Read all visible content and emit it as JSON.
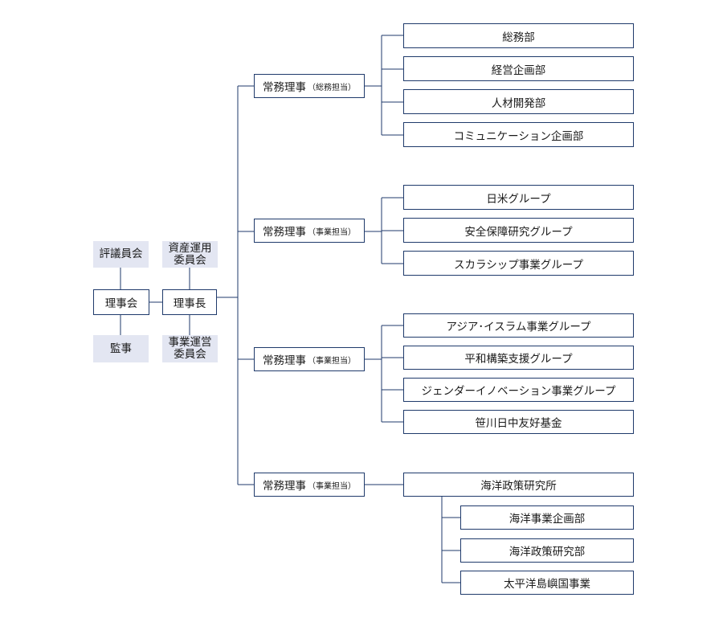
{
  "council": {
    "board": "理事会",
    "councillors": "評議員会",
    "auditors": "監事"
  },
  "chairman": {
    "label": "理事長",
    "asset_committee": [
      "資産運用",
      "委員会"
    ],
    "project_committee": [
      "事業運営",
      "委員会"
    ]
  },
  "directors": [
    {
      "title": "常務理事",
      "scope": "（総務担当）",
      "departments": [
        "総務部",
        "経営企画部",
        "人材開発部",
        "コミュニケーション企画部"
      ]
    },
    {
      "title": "常務理事",
      "scope": "（事業担当）",
      "departments": [
        "日米グループ",
        "安全保障研究グループ",
        "スカラシップ事業グループ"
      ]
    },
    {
      "title": "常務理事",
      "scope": "（事業担当）",
      "departments": [
        "アジア･イスラム事業グループ",
        "平和構築支援グループ",
        "ジェンダーイノベーション事業グループ",
        "笹川日中友好基金"
      ]
    },
    {
      "title": "常務理事",
      "scope": "（事業担当）",
      "institute": "海洋政策研究所",
      "sub_departments": [
        "海洋事業企画部",
        "海洋政策研究部",
        "太平洋島嶼国事業"
      ]
    }
  ],
  "colors": {
    "border": "#1f3a6b",
    "line": "#1f3a6b",
    "tag_fill": "#e3e6f2"
  }
}
